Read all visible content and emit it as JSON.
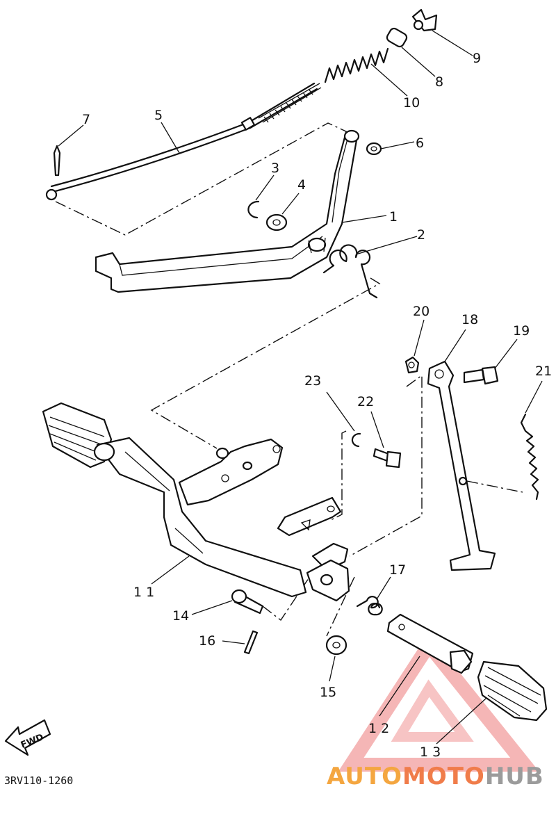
{
  "diagram": {
    "part_labels": {
      "p1": "1",
      "p2": "2",
      "p3": "3",
      "p4": "4",
      "p5": "5",
      "p6": "6",
      "p7": "7",
      "p8": "8",
      "p9": "9",
      "p10": "10",
      "p11": "1 1",
      "p12": "1 2",
      "p13": "1 3",
      "p14": "14",
      "p15": "15",
      "p16": "16",
      "p17": "17",
      "p18": "18",
      "p19": "19",
      "p20": "20",
      "p21": "21",
      "p22": "22",
      "p23": "23"
    },
    "direction_arrow": "FWD",
    "drawing_code": "3RV110-1260"
  },
  "watermark": {
    "text_auto": "AUTO",
    "text_moto": "MOTO",
    "text_hub": "HUB",
    "colors": {
      "auto": "#f4a640",
      "moto": "#f07c4a",
      "hub": "#9b9b9b",
      "triangle": "#e85a5a"
    }
  }
}
